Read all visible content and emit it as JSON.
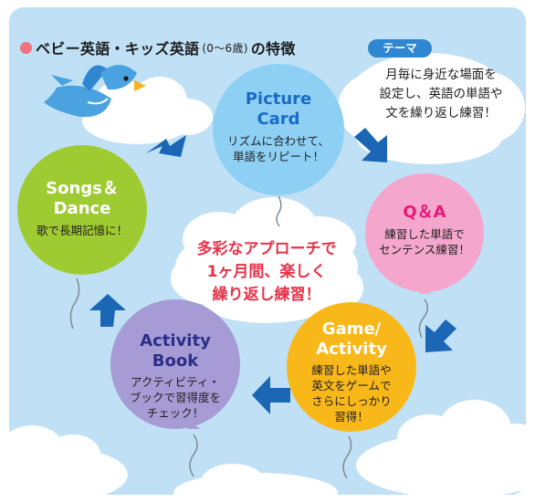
{
  "title": {
    "main": "ベビー英語・キッズ英語",
    "age": "(0〜6歳)",
    "suffix": "の特徴"
  },
  "theme": {
    "tag": "テーマ",
    "lines": [
      "月毎に身近な場面を",
      "設定し、英語の単語や",
      "文を繰り返し練習！"
    ]
  },
  "center": {
    "lines": [
      "多彩なアプローチで",
      "1ヶ月間、楽しく",
      "繰り返し練習！"
    ]
  },
  "balloons": {
    "picture_card": {
      "title": [
        "Picture",
        "Card"
      ],
      "desc": [
        "リズムに合わせて、",
        "単語をリピート！"
      ],
      "color": "#8ed0f4",
      "title_color": "#1a6bc9"
    },
    "qa": {
      "title": [
        "Q＆A"
      ],
      "desc": [
        "練習した単語で",
        "センテンス練習！"
      ],
      "color": "#f4a6cc",
      "title_color": "#e6197a"
    },
    "game_activity": {
      "title": [
        "Game/",
        "Activity"
      ],
      "desc": [
        "練習した単語や",
        "英文をゲームで",
        "さらにしっかり",
        "習得！"
      ],
      "color": "#f9b81a",
      "title_color": "#ffffff"
    },
    "activity_book": {
      "title": [
        "Activity",
        "Book"
      ],
      "desc": [
        "アクティビティ・",
        "ブックで習得度を",
        "チェック！"
      ],
      "color": "#a69bd4",
      "title_color": "#2b2e88"
    },
    "songs_dance": {
      "title": [
        "Songs＆",
        "Dance"
      ],
      "desc": [
        "歌で長期記憶に！"
      ],
      "color": "#9fcb32",
      "title_color": "#ffffff"
    }
  },
  "colors": {
    "sky": "#bfe0f5",
    "cloud": "#ffffff",
    "arrow": "#1b66b5",
    "bird": "#4aa3e0",
    "title_dot": "#f0727e",
    "theme_tag": "#2f86d1",
    "center_text": "#e8334a"
  }
}
